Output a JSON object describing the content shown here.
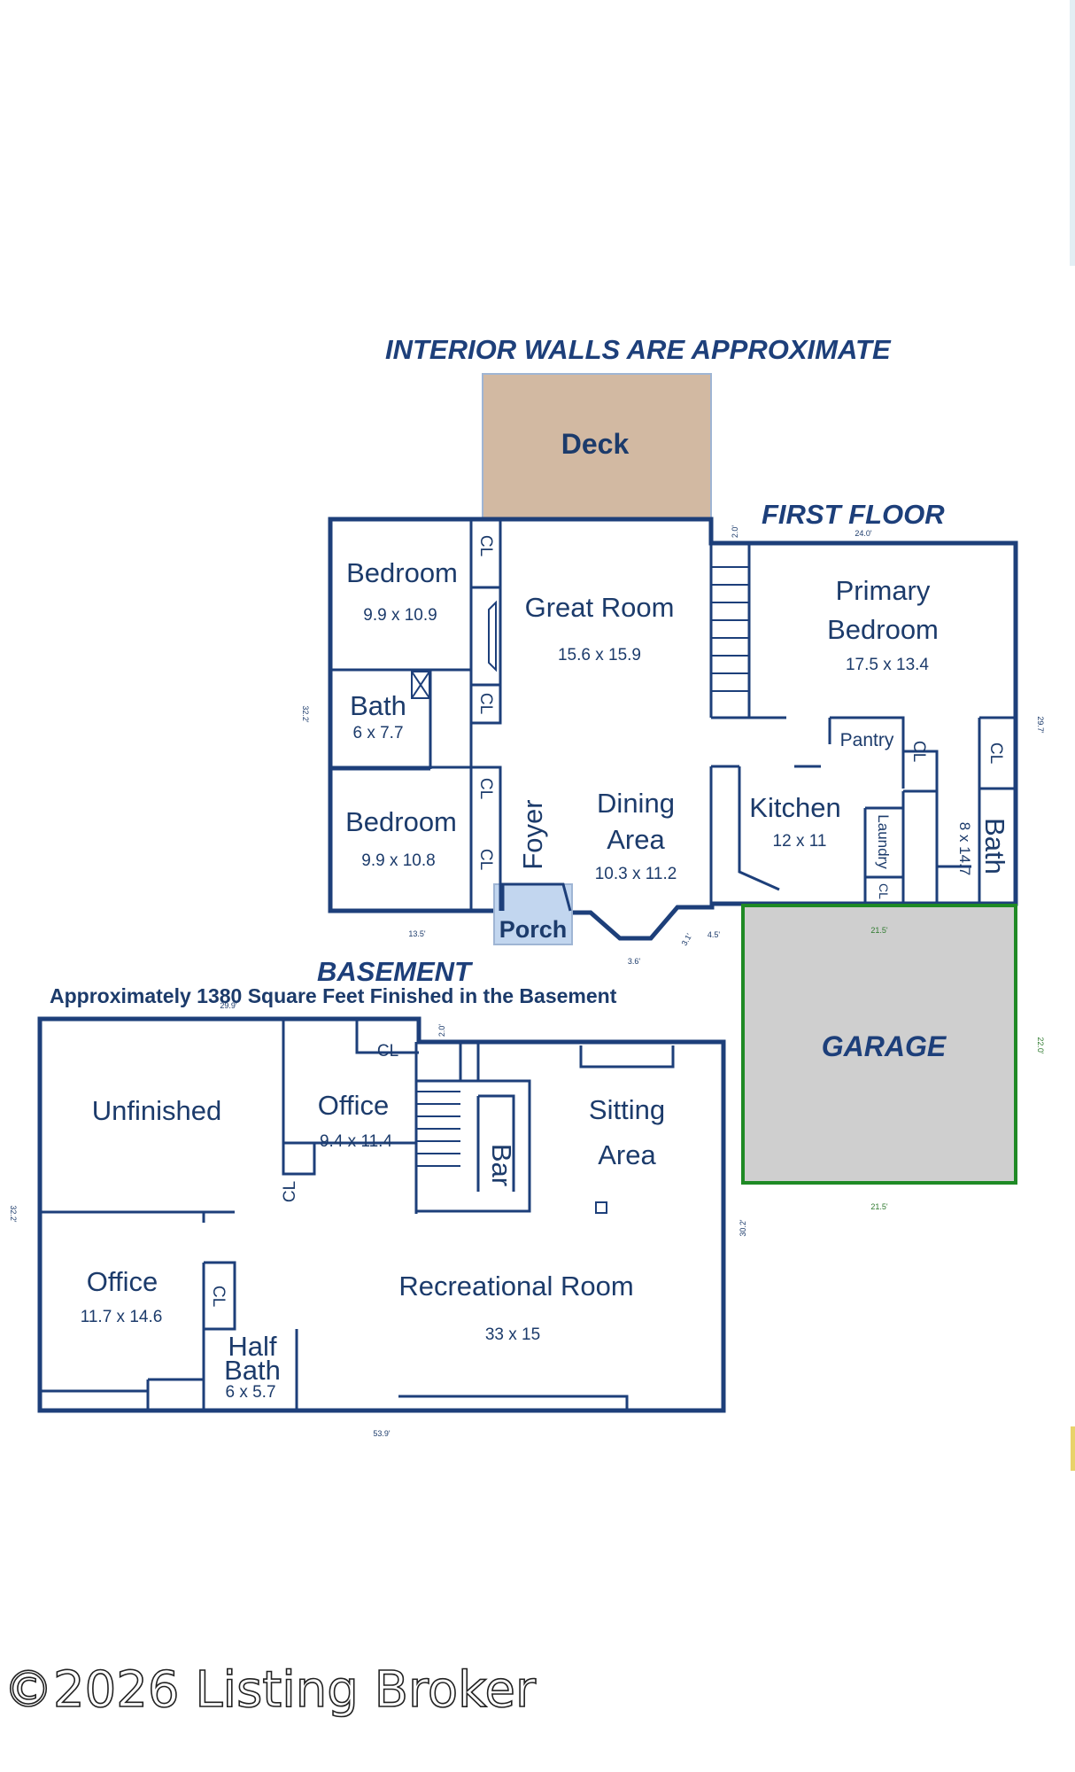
{
  "header": {
    "note": "INTERIOR WALLS ARE APPROXIMATE"
  },
  "first_floor": {
    "title": "FIRST FLOOR",
    "deck": "Deck",
    "porch": "Porch",
    "garage": "GARAGE",
    "rooms": {
      "bedroom1": {
        "name": "Bedroom",
        "size": "9.9 x 10.9"
      },
      "bath1": {
        "name": "Bath",
        "size": "6 x 7.7"
      },
      "bedroom2": {
        "name": "Bedroom",
        "size": "9.9 x 10.8"
      },
      "great_room": {
        "name": "Great Room",
        "size": "15.6 x 15.9"
      },
      "foyer": {
        "name": "Foyer"
      },
      "dining_line1": "Dining",
      "dining_line2": "Area",
      "dining_size": "10.3 x 11.2",
      "primary_line1": "Primary",
      "primary_line2": "Bedroom",
      "primary_size": "17.5 x 13.4",
      "pantry": "Pantry",
      "kitchen": {
        "name": "Kitchen",
        "size": "12 x 11"
      },
      "laundry": "Laundry",
      "bath2": {
        "name": "Bath",
        "size": "8 x 14.7"
      },
      "closet": "CL"
    },
    "dims": {
      "top_right": "24.0'",
      "left": "32.2'",
      "right": "29.7'",
      "small_top": "2.0'",
      "bottom_left": "13.5'",
      "porch_bottom": "3.6'",
      "bay_a": "3.1'",
      "bay_b": "4.5'"
    },
    "garage_dims": {
      "top": "21.5'",
      "right": "22.0'",
      "bottom": "21.5'"
    }
  },
  "basement": {
    "title": "BASEMENT",
    "subtitle": "Approximately 1380 Square Feet Finished in the Basement",
    "rooms": {
      "unfinished": "Unfinished",
      "office1": {
        "name": "Office",
        "size": "9.4 x 11.4"
      },
      "bar": "Bar",
      "sitting_line1": "Sitting",
      "sitting_line2": "Area",
      "office2": {
        "name": "Office",
        "size": "11.7 x 14.6"
      },
      "half_bath_line1": "Half",
      "half_bath_line2": "Bath",
      "half_bath_size": "6 x 5.7",
      "rec_room": {
        "name": "Recreational Room",
        "size": "33 x 15"
      },
      "closet": "CL"
    },
    "dims": {
      "top": "29.9'",
      "small_top": "2.0'",
      "left": "32.2'",
      "right": "30.2'",
      "bottom": "53.9'"
    }
  },
  "watermark": "©2026 Listing Broker",
  "colors": {
    "first_floor": "#c2d6ef",
    "basement": "#cbd8b7",
    "deck": "#d2b9a2",
    "garage": "#cfcfcf",
    "wall": "#1d3f7a",
    "garage_wall": "#1f8a25"
  }
}
